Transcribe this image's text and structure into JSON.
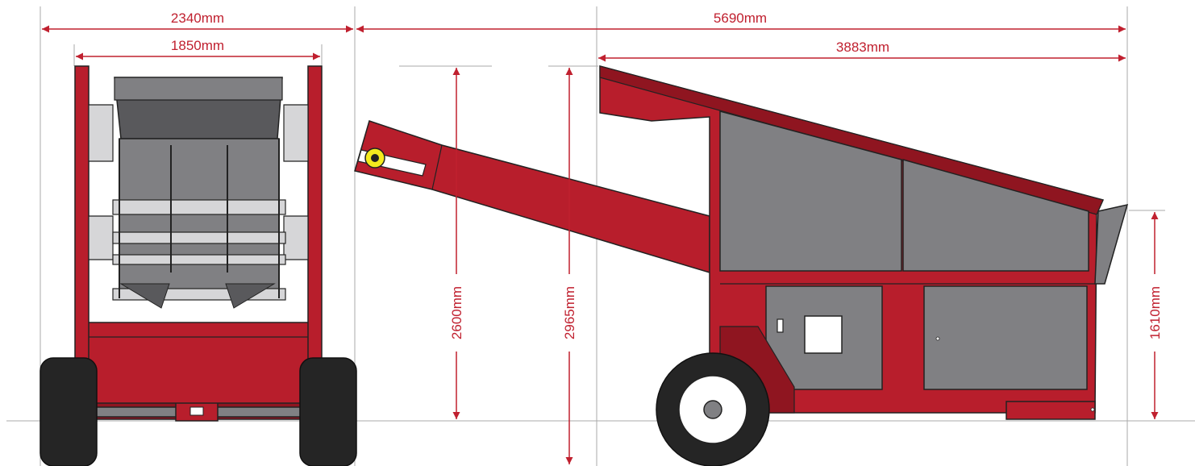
{
  "dimensions": {
    "overall_width": "2340mm",
    "track_width": "1850mm",
    "overall_length": "5690mm",
    "body_length": "3883mm",
    "conveyor_height": "2600mm",
    "max_height": "2965mm",
    "hopper_height": "1610mm"
  },
  "colors": {
    "red": "#b81e2c",
    "red_dark": "#8f1520",
    "grey_panel": "#808083",
    "grey_dark": "#59595c",
    "grey_light": "#d6d6d8",
    "tyre": "#252525",
    "accent_yellow": "#f4ea1e",
    "dimension_line": "#c0202f",
    "guide_line": "#aaaaaa"
  }
}
